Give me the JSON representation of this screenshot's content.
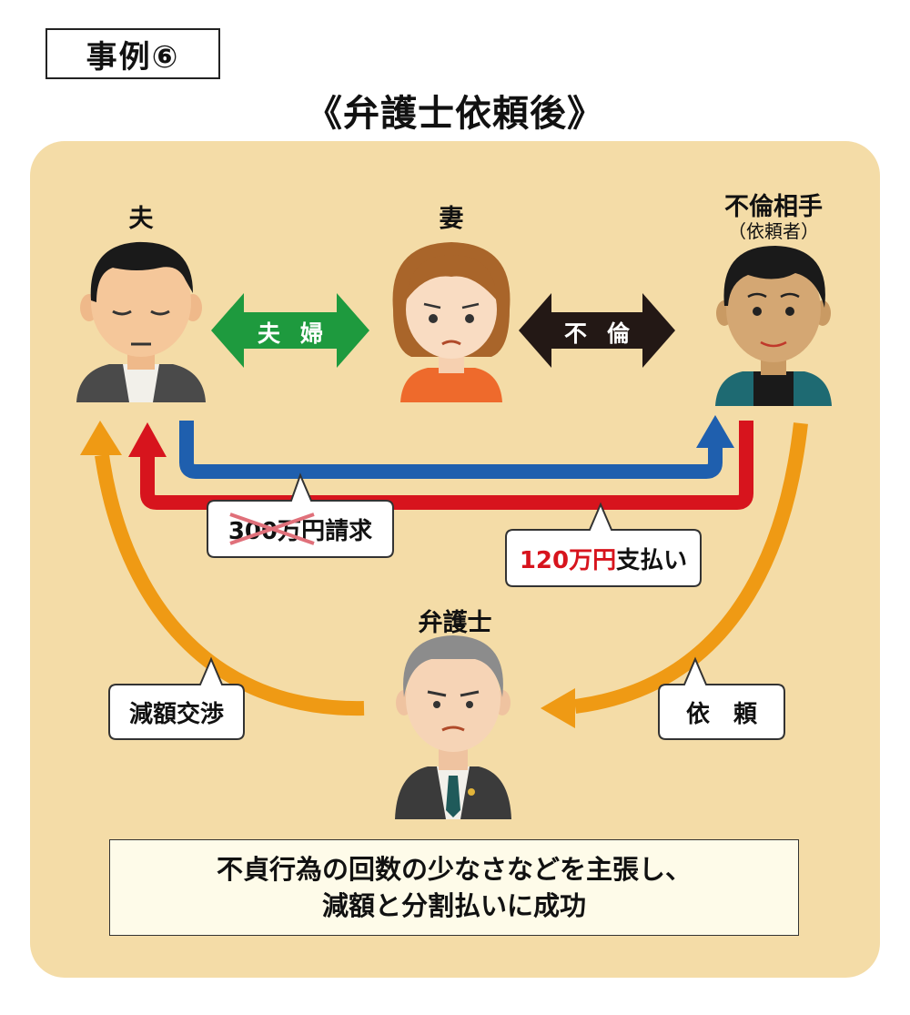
{
  "case_label": "事例⑥",
  "title": "《弁護士依頼後》",
  "people": {
    "husband": "夫",
    "wife": "妻",
    "affair_partner": "不倫相手",
    "affair_partner_sub": "（依頼者）",
    "lawyer": "弁護士"
  },
  "relations": {
    "couple": "夫婦",
    "affair": "不倫"
  },
  "callouts": {
    "claim_amount": "300万円",
    "claim_suffix": "請求",
    "payment_amount": "120万円",
    "payment_suffix": "支払い",
    "negotiation": "減額交渉",
    "request": "依　頼"
  },
  "summary": {
    "line1": "不貞行為の回数の少なさなどを主張し、",
    "line2": "減額と分割払いに成功"
  },
  "colors": {
    "panel": "#f4dca7",
    "couple_arrow": "#1e9a3e",
    "affair_arrow": "#231815",
    "claim_line": "#1f5fae",
    "payment_line": "#d7141d",
    "orange_arrow": "#ef9a14"
  }
}
